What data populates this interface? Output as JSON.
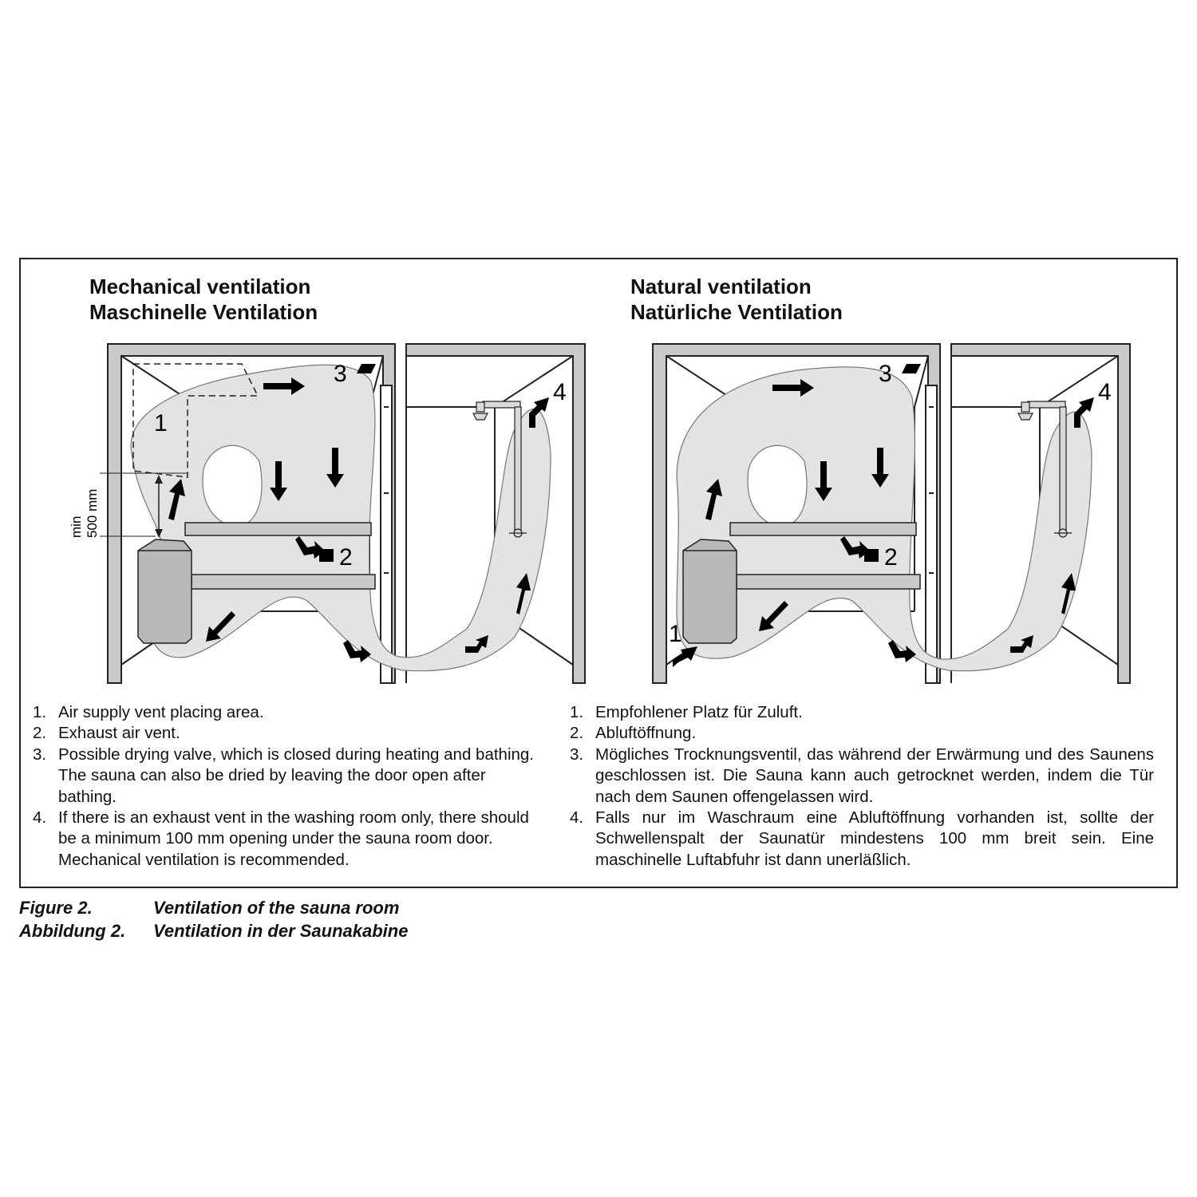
{
  "mechanical": {
    "title_en": "Mechanical ventilation",
    "title_de": "Maschinelle Ventilation",
    "markers": [
      "1",
      "2",
      "3",
      "4"
    ],
    "dimension_min": "min",
    "dimension_value": "500 mm"
  },
  "natural": {
    "title_en": "Natural ventilation",
    "title_de": "Natürliche Ventilation",
    "markers": [
      "1",
      "2",
      "3",
      "4"
    ]
  },
  "notes_en": [
    {
      "num": "1.",
      "text": "Air supply vent placing area."
    },
    {
      "num": "2.",
      "text": "Exhaust air vent."
    },
    {
      "num": "3.",
      "text": "Possible drying valve, which is closed during heating and bathing. The sauna can also be dried by leaving the door open after bathing."
    },
    {
      "num": "4.",
      "text": "If there is an exhaust vent in the washing room only, there should be a minimum 100 mm opening under the sauna room door. Mechanical ventilation is recommended."
    }
  ],
  "notes_de": [
    {
      "num": "1.",
      "text": "Empfohlener Platz für Zuluft."
    },
    {
      "num": "2.",
      "text": "Abluftöffnung."
    },
    {
      "num": "3.",
      "text": "Mögliches Trocknungsventil, das während der Erwärmung und des Saunens geschlossen ist. Die Sauna kann auch getrocknet werden, indem die Tür nach dem Saunen offengelassen wird."
    },
    {
      "num": "4.",
      "text": "Falls nur im Waschraum eine Abluftöffnung vorhanden ist, sollte der Schwellenspalt der Saunatür mindestens 100 mm breit sein. Eine maschinelle Luftabfuhr ist dann unerläßlich."
    }
  ],
  "caption": {
    "label_en": "Figure 2.",
    "text_en": "Ventilation of the sauna room",
    "label_de": "Abbildung 2.",
    "text_de": "Ventilation in der Saunakabine"
  },
  "colors": {
    "wall": "#c9c9c9",
    "airflow": "#e3e3e3",
    "stroke": "#222222",
    "arrow": "#000000"
  }
}
